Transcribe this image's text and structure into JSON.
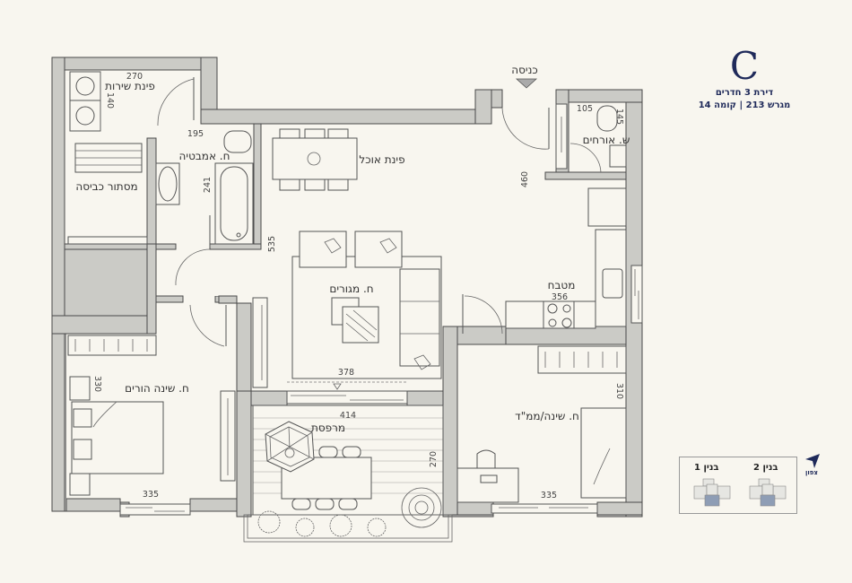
{
  "header": {
    "apartment_letter": "C",
    "apartment_type": "דירת 3 חדרים",
    "lot_floor": "מגרש 213 | קומה 14"
  },
  "entrance": {
    "label": "כניסה"
  },
  "rooms": [
    {
      "id": "service",
      "label": "פינת שירות",
      "dims": [
        "270",
        "140"
      ]
    },
    {
      "id": "bath",
      "label": "ח. אמבטיה",
      "dims": [
        "195",
        "241"
      ]
    },
    {
      "id": "dining",
      "label": "פינת אוכל",
      "dims": []
    },
    {
      "id": "guest_wc",
      "label": "ש. אורחים",
      "dims": [
        "105",
        "145"
      ]
    },
    {
      "id": "laundry_closet",
      "label": "מסתור כביסה",
      "dims": []
    },
    {
      "id": "living",
      "label": "ח. מגורים",
      "dims": [
        "535",
        "378"
      ]
    },
    {
      "id": "kitchen",
      "label": "מטבח",
      "dims": [
        "356"
      ]
    },
    {
      "id": "hall",
      "label": "",
      "dims": [
        "460"
      ]
    },
    {
      "id": "master",
      "label": "ח. שינה הורים",
      "dims": [
        "330",
        "335"
      ]
    },
    {
      "id": "balcony",
      "label": "מרפסת",
      "dims": [
        "414",
        "270"
      ]
    },
    {
      "id": "mamad",
      "label": "ח. שינה/ממ\"ד",
      "dims": [
        "310",
        "335"
      ]
    }
  ],
  "keyplan": {
    "building_1": "בנין 1",
    "building_2": "בנין 2",
    "highlight_color": "#8e9db5"
  },
  "north": {
    "label": "צפון"
  },
  "colors": {
    "background": "#f8f6ef",
    "wall": "#cbcbc6",
    "title": "#1f2a5a"
  }
}
